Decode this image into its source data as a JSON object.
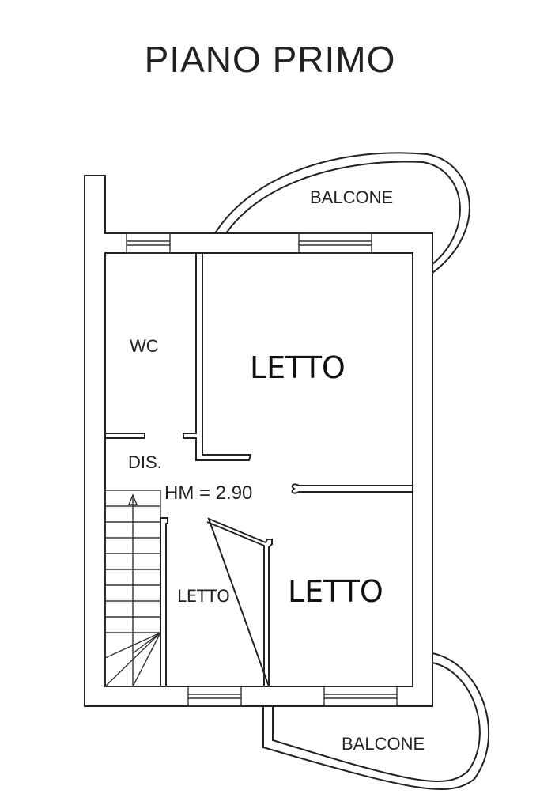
{
  "title": "PIANO PRIMO",
  "rooms": {
    "balcone_top": "BALCONE",
    "wc": "WC",
    "letto_main": "LETTO",
    "dis": "DIS.",
    "height": "HM = 2.90",
    "letto_small": "LETTO",
    "letto_bottom": "LETTO",
    "balcone_bottom": "BALCONE"
  }
}
